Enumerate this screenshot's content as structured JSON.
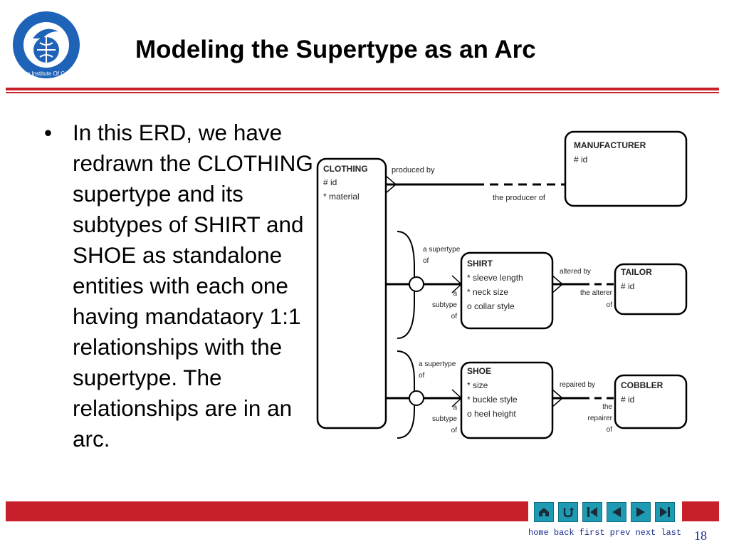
{
  "slide": {
    "title": "Modeling the Supertype as an Arc",
    "bullet": "In this ERD, we have redrawn the CLOTHING supertype and its subtypes of SHIRT and SHOE as standalone entities with each one having mandataory 1:1 relationships with the supertype. The relationships are in an arc.",
    "page_number": "18"
  },
  "logo": {
    "text": "Shandong Institute Of Commerce"
  },
  "erd": {
    "clothing": {
      "name": "CLOTHING",
      "attrs": [
        "# id",
        "* material"
      ]
    },
    "manufacturer": {
      "name": "MANUFACTURER",
      "attrs": [
        "# id"
      ]
    },
    "shirt": {
      "name": "SHIRT",
      "attrs": [
        "* sleeve length",
        "* neck size",
        "o collar style"
      ]
    },
    "shoe": {
      "name": "SHOE",
      "attrs": [
        "* size",
        "* buckle style",
        "o heel height"
      ]
    },
    "tailor": {
      "name": "TAILOR",
      "attrs": [
        "# id"
      ]
    },
    "cobbler": {
      "name": "COBBLER",
      "attrs": [
        "# id"
      ]
    },
    "rel_produced_by": "produced by",
    "rel_producer_of": "the producer of",
    "rel_supertype_of_1": [
      "a supertype",
      "of"
    ],
    "rel_subtype_of_1": [
      "a",
      "subtype",
      "of"
    ],
    "rel_supertype_of_2": [
      "a supertype",
      "of"
    ],
    "rel_subtype_of_2": [
      "a",
      "subtype",
      "of"
    ],
    "rel_altered_by": "altered by",
    "rel_alterer_of": [
      "the alterer",
      "of"
    ],
    "rel_repaired_by": "repaired by",
    "rel_repairer_of": [
      "the",
      "repairer",
      "of"
    ]
  },
  "nav": {
    "buttons": [
      "home-icon",
      "back-icon",
      "first-icon",
      "prev-icon",
      "next-icon",
      "last-icon"
    ],
    "labels": [
      "home",
      "back",
      "first",
      "prev",
      "next",
      "last"
    ]
  },
  "colors": {
    "accent_red": "#c8202b",
    "nav_teal": "#1e9bb3",
    "nav_text": "#1a2c8a"
  }
}
